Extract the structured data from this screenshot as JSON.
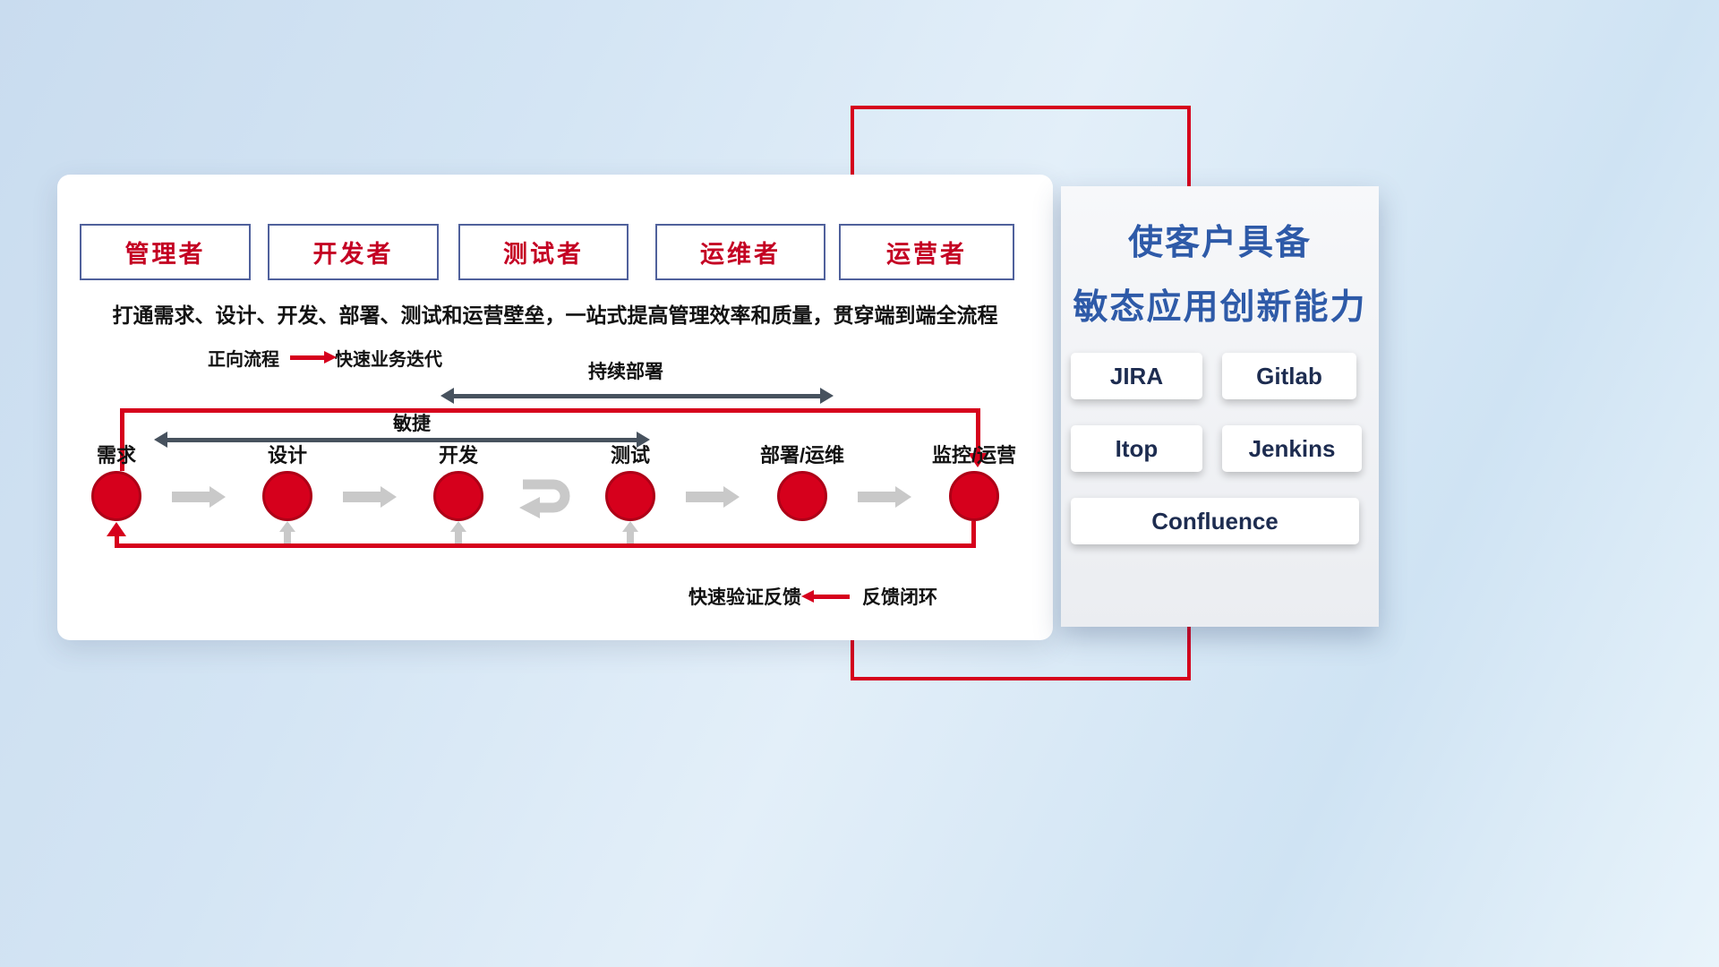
{
  "colors": {
    "accent_red": "#d6001c",
    "title_blue": "#2e5aa8",
    "tool_text_navy": "#1d2c50",
    "dark_arrow_gray": "#47525e",
    "light_arrow_gray": "#c9c9c9",
    "role_text_red": "#c40023"
  },
  "card": {
    "roles": [
      "管理者",
      "开发者",
      "测试者",
      "运维者",
      "运营者"
    ],
    "subtitle": "打通需求、设计、开发、部署、测试和运营壁垒，一站式提高管理效率和质量，贯穿端到端全流程",
    "legend_forward": {
      "label": "正向流程",
      "value": "快速业务迭代"
    },
    "deploy_arrow_label": "持续部署",
    "agile_arrow_label": "敏捷",
    "nodes": [
      "需求",
      "设计",
      "开发",
      "测试",
      "部署/运维",
      "监控/运营"
    ],
    "legend_feedback": {
      "label": "快速验证反馈",
      "value": "反馈闭环"
    }
  },
  "panel": {
    "title_line1": "使客户具备",
    "title_line2": "敏态应用创新能力",
    "tools": [
      "JIRA",
      "Gitlab",
      "Itop",
      "Jenkins",
      "Confluence"
    ]
  }
}
